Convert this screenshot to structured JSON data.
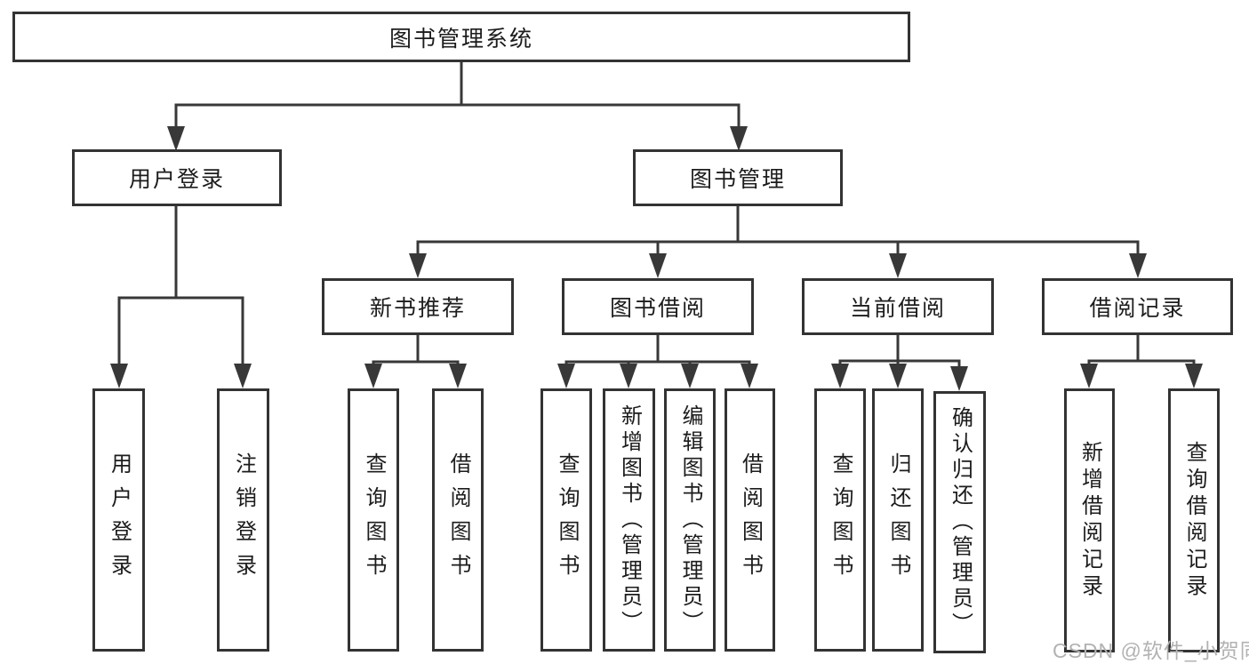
{
  "diagram": {
    "root": "图书管理系统",
    "level2": {
      "user": "用户登录",
      "book": "图书管理"
    },
    "level3": {
      "newbook": "新书推荐",
      "borrow": "图书借阅",
      "current": "当前借阅",
      "records": "借阅记录"
    },
    "leaves": {
      "user_login": "用户登录",
      "logout": "注销登录",
      "newbook_query": "查询图书",
      "newbook_borrow": "借阅图书",
      "borrow_query": "查询图书",
      "borrow_add_admin": "新增图书（管理员）",
      "borrow_edit_admin": "编辑图书（管理员）",
      "borrow_borrow": "借阅图书",
      "current_query": "查询图书",
      "current_return": "归还图书",
      "current_confirm_admin": "确认归还（管理员）",
      "records_add": "新增借阅记录",
      "records_query": "查询借阅记录"
    }
  },
  "watermark": "CSDN @软件_小贺同学",
  "colors": {
    "line": "#383838",
    "box_border": "#333333",
    "text": "#1c1c1c",
    "watermark": "#b2b2b4",
    "background": "#ffffff"
  }
}
